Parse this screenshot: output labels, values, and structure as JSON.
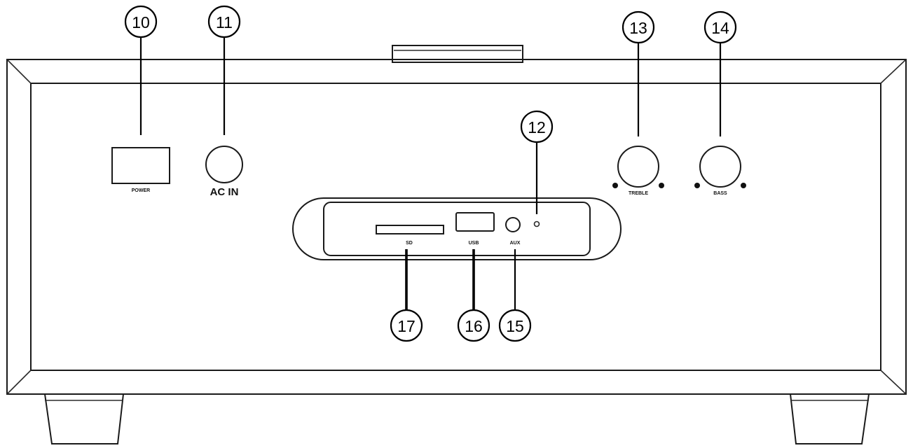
{
  "callouts": {
    "c10": "10",
    "c11": "11",
    "c12": "12",
    "c13": "13",
    "c14": "14",
    "c15": "15",
    "c16": "16",
    "c17": "17"
  },
  "labels": {
    "power": "POWER",
    "ac_in": "AC IN",
    "treble": "TREBLE",
    "bass": "BASS",
    "sd": "SD",
    "usb": "USB",
    "aux": "AUX"
  }
}
